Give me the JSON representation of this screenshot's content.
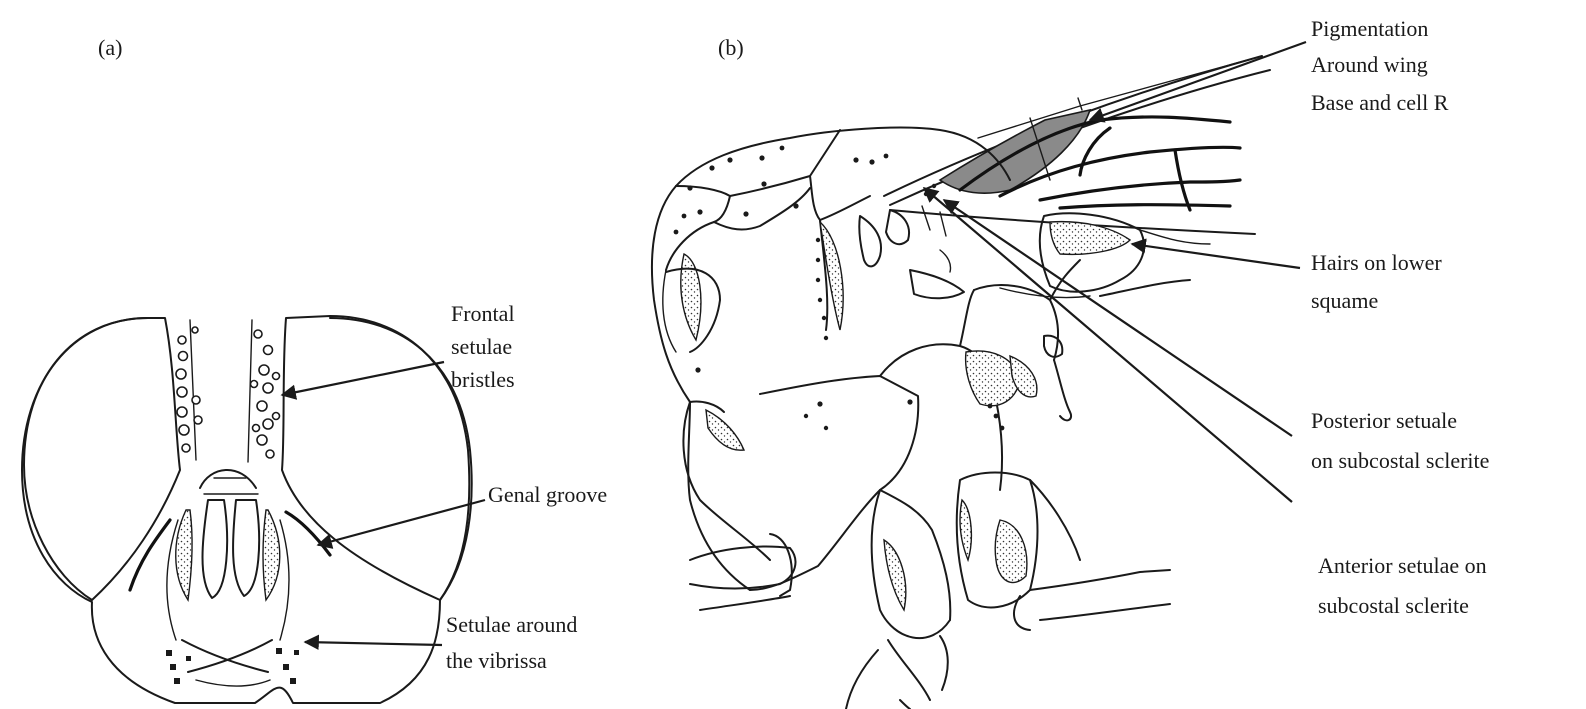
{
  "panel_a": {
    "label": "(a)",
    "callouts": {
      "frontal": [
        "Frontal",
        "setulae",
        "bristles"
      ],
      "genal": [
        "Genal groove"
      ],
      "vibrissa": [
        "Setulae around",
        "the vibrissa"
      ]
    }
  },
  "panel_b": {
    "label": "(b)",
    "callouts": {
      "pigmentation": [
        "Pigmentation",
        "Around wing",
        "Base and cell R"
      ],
      "squame": [
        "Hairs on lower",
        "squame"
      ],
      "posterior": [
        "Posterior setuale",
        "on subcostal sclerite"
      ],
      "anterior": [
        "Anterior setulae on",
        "subcostal sclerite"
      ]
    }
  }
}
